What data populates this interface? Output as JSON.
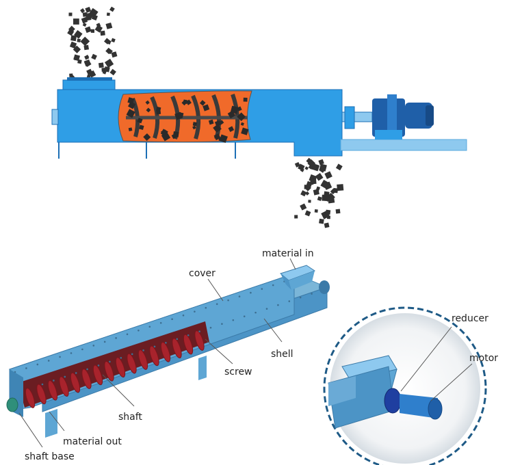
{
  "labels": {
    "material_in": "material in",
    "cover": "cover",
    "shell": "shell",
    "screw": "screw",
    "shaft": "shaft",
    "material_out": "material out",
    "shaft_base": "shaft base",
    "reducer": "reducer",
    "motor": "motor"
  },
  "colors": {
    "housing_blue": "#2f9ee6",
    "housing_dark": "#1c6fb5",
    "flight_orange": "#f06a2a",
    "screw_red": "#a8232c",
    "material_dark": "#333333",
    "frame_light_blue": "#8ec9ef",
    "motor_blue": "#1f5fa8",
    "detail_ring": "#1e5a86"
  }
}
